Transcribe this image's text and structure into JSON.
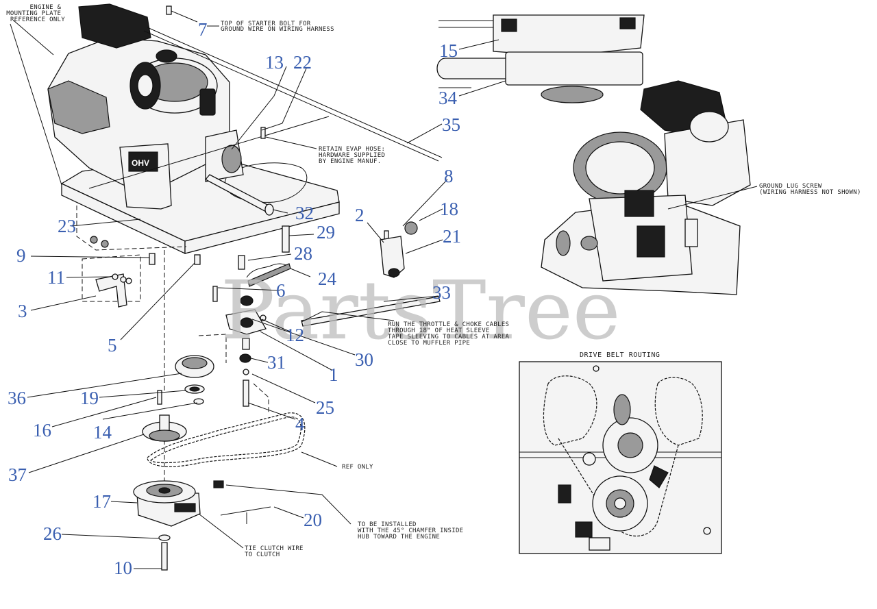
{
  "watermark": "PartsTree",
  "callouts": [
    "1",
    "2",
    "3",
    "4",
    "5",
    "6",
    "7",
    "8",
    "9",
    "10",
    "11",
    "12",
    "13",
    "14",
    "15",
    "16",
    "17",
    "18",
    "19",
    "20",
    "21",
    "22",
    "23",
    "24",
    "25",
    "26",
    "28",
    "29",
    "30",
    "31",
    "32",
    "33",
    "34",
    "35",
    "36",
    "37"
  ],
  "notes": {
    "engine_ref": [
      "ENGINE &",
      "MOUNTING PLATE",
      "REFERENCE ONLY"
    ],
    "starter_bolt": [
      "TOP OF STARTER BOLT FOR",
      "GROUND WIRE ON WIRING HARNESS"
    ],
    "evap_hose": [
      "RETAIN EVAP HOSE:",
      "HARDWARE SUPPLIED",
      "BY ENGINE MANUF."
    ],
    "ground_lug": [
      "GROUND LUG SCREW",
      "(WIRING HARNESS NOT SHOWN)"
    ],
    "throttle_cables": [
      "RUN THE THROTTLE & CHOKE CABLES",
      "THROUGH 18\" OF HEAT SLEEVE",
      "TAPE SLEEVING TO CABLES AT AREA",
      "CLOSE TO MUFFLER PIPE"
    ],
    "ref_only": "REF ONLY",
    "chamfer": [
      "TO BE INSTALLED",
      "WITH THE 45° CHAMFER INSIDE",
      "HUB TOWARD THE ENGINE"
    ],
    "tie_clutch": [
      "TIE CLUTCH WIRE",
      "TO CLUTCH"
    ],
    "drive_belt_title": "DRIVE BELT ROUTING"
  },
  "engine_badge": "OHV",
  "colors": {
    "callout": "#3a5fb0",
    "watermark": "#bdbdbd",
    "line": "#111111"
  }
}
